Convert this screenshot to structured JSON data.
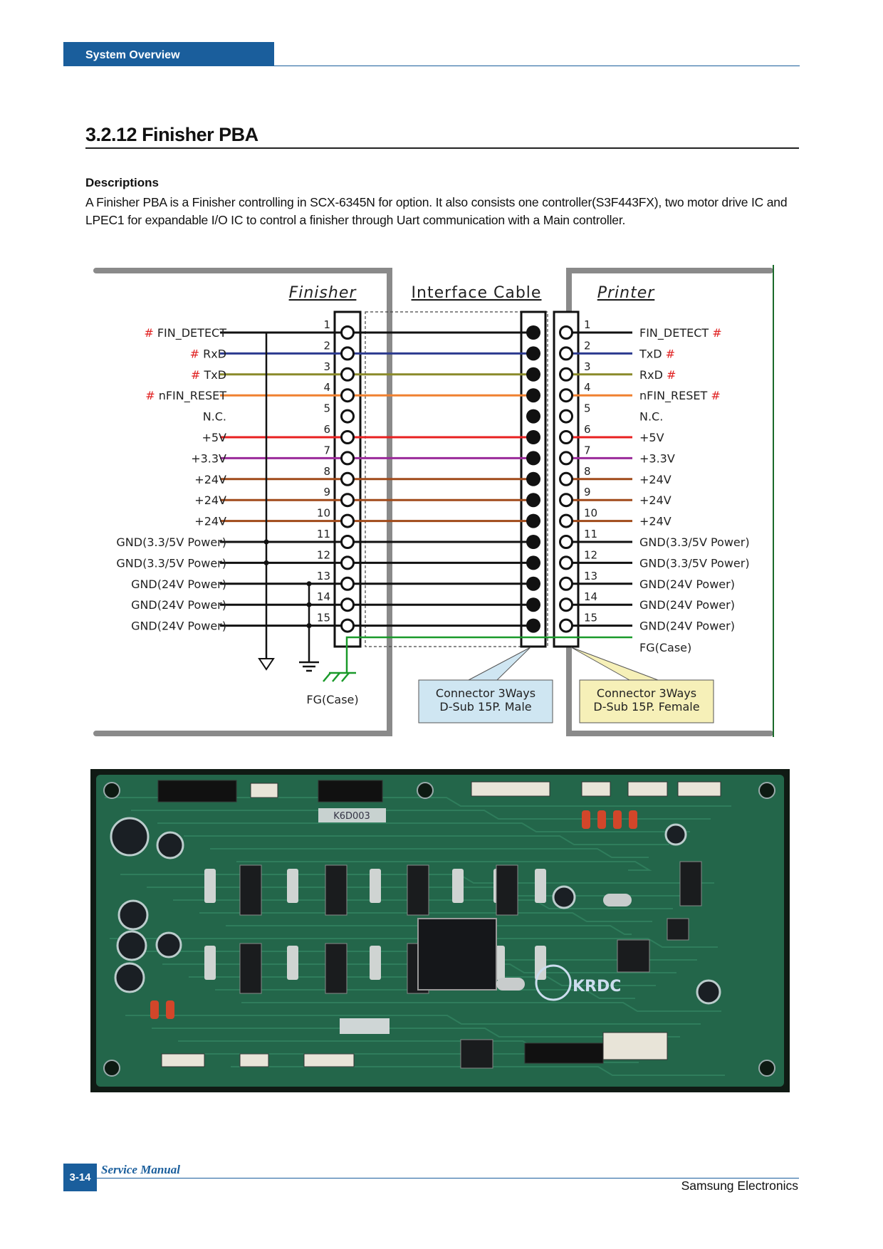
{
  "header": {
    "section": "System Overview"
  },
  "page": {
    "title": "3.2.12 Finisher PBA",
    "desc_heading": "Descriptions",
    "desc_text": "A Finisher PBA is a Finisher controlling in SCX-6345N for option. It also consists one controller(S3F443FX), two motor drive IC and LPEC1 for expandable I/O IC to control a finisher through Uart communication with a Main controller."
  },
  "diagram": {
    "headers": {
      "finisher": "Finisher",
      "cable": "Interface Cable",
      "printer": "Printer"
    },
    "hash_mark": "#",
    "pins": [
      {
        "pin": "1",
        "left": "FIN_DETECT",
        "left_hash": true,
        "right": "FIN_DETECT",
        "right_hash": true,
        "color": "#111111"
      },
      {
        "pin": "2",
        "left": "RxD",
        "left_hash": true,
        "right": "TxD",
        "right_hash": true,
        "color": "#2b3a8f"
      },
      {
        "pin": "3",
        "left": "TxD",
        "left_hash": true,
        "right": "RxD",
        "right_hash": true,
        "color": "#8a8a2a"
      },
      {
        "pin": "4",
        "left": "nFIN_RESET",
        "left_hash": true,
        "right": "nFIN_RESET",
        "right_hash": true,
        "color": "#f08030"
      },
      {
        "pin": "5",
        "left": "N.C.",
        "left_hash": false,
        "right": "N.C.",
        "right_hash": false,
        "color": null
      },
      {
        "pin": "6",
        "left": "+5V",
        "left_hash": false,
        "right": "+5V",
        "right_hash": false,
        "color": "#e82020"
      },
      {
        "pin": "7",
        "left": "+3.3V",
        "left_hash": false,
        "right": "+3.3V",
        "right_hash": false,
        "color": "#9a2a9a"
      },
      {
        "pin": "8",
        "left": "+24V",
        "left_hash": false,
        "right": "+24V",
        "right_hash": false,
        "color": "#a04a1a"
      },
      {
        "pin": "9",
        "left": "+24V",
        "left_hash": false,
        "right": "+24V",
        "right_hash": false,
        "color": "#a04a1a"
      },
      {
        "pin": "10",
        "left": "+24V",
        "left_hash": false,
        "right": "+24V",
        "right_hash": false,
        "color": "#a04a1a"
      },
      {
        "pin": "11",
        "left": "GND(3.3/5V Power)",
        "left_hash": false,
        "right": "GND(3.3/5V Power)",
        "right_hash": false,
        "color": "#111111"
      },
      {
        "pin": "12",
        "left": "GND(3.3/5V Power)",
        "left_hash": false,
        "right": "GND(3.3/5V Power)",
        "right_hash": false,
        "color": "#111111"
      },
      {
        "pin": "13",
        "left": "GND(24V Power)",
        "left_hash": false,
        "right": "GND(24V Power)",
        "right_hash": false,
        "color": "#111111"
      },
      {
        "pin": "14",
        "left": "GND(24V Power)",
        "left_hash": false,
        "right": "GND(24V Power)",
        "right_hash": false,
        "color": "#111111"
      },
      {
        "pin": "15",
        "left": "GND(24V Power)",
        "left_hash": false,
        "right": "GND(24V Power)",
        "right_hash": false,
        "color": "#111111"
      }
    ],
    "fg_right": "FG(Case)",
    "fg_left": "FG(Case)",
    "callout_male": [
      "Connector 3Ways",
      "D-Sub 15P. Male"
    ],
    "callout_female": [
      "Connector 3Ways",
      "D-Sub 15P. Female"
    ],
    "colors": {
      "fg_green": "#1a9a2a",
      "hash_red": "#e02020",
      "male_box": "#cfe6f2",
      "female_box": "#f6f0b8"
    }
  },
  "photo": {
    "board_label": "K6D003",
    "logo_text": "KRDC"
  },
  "footer": {
    "page_num": "3-14",
    "manual": "Service Manual",
    "company": "Samsung Electronics"
  }
}
